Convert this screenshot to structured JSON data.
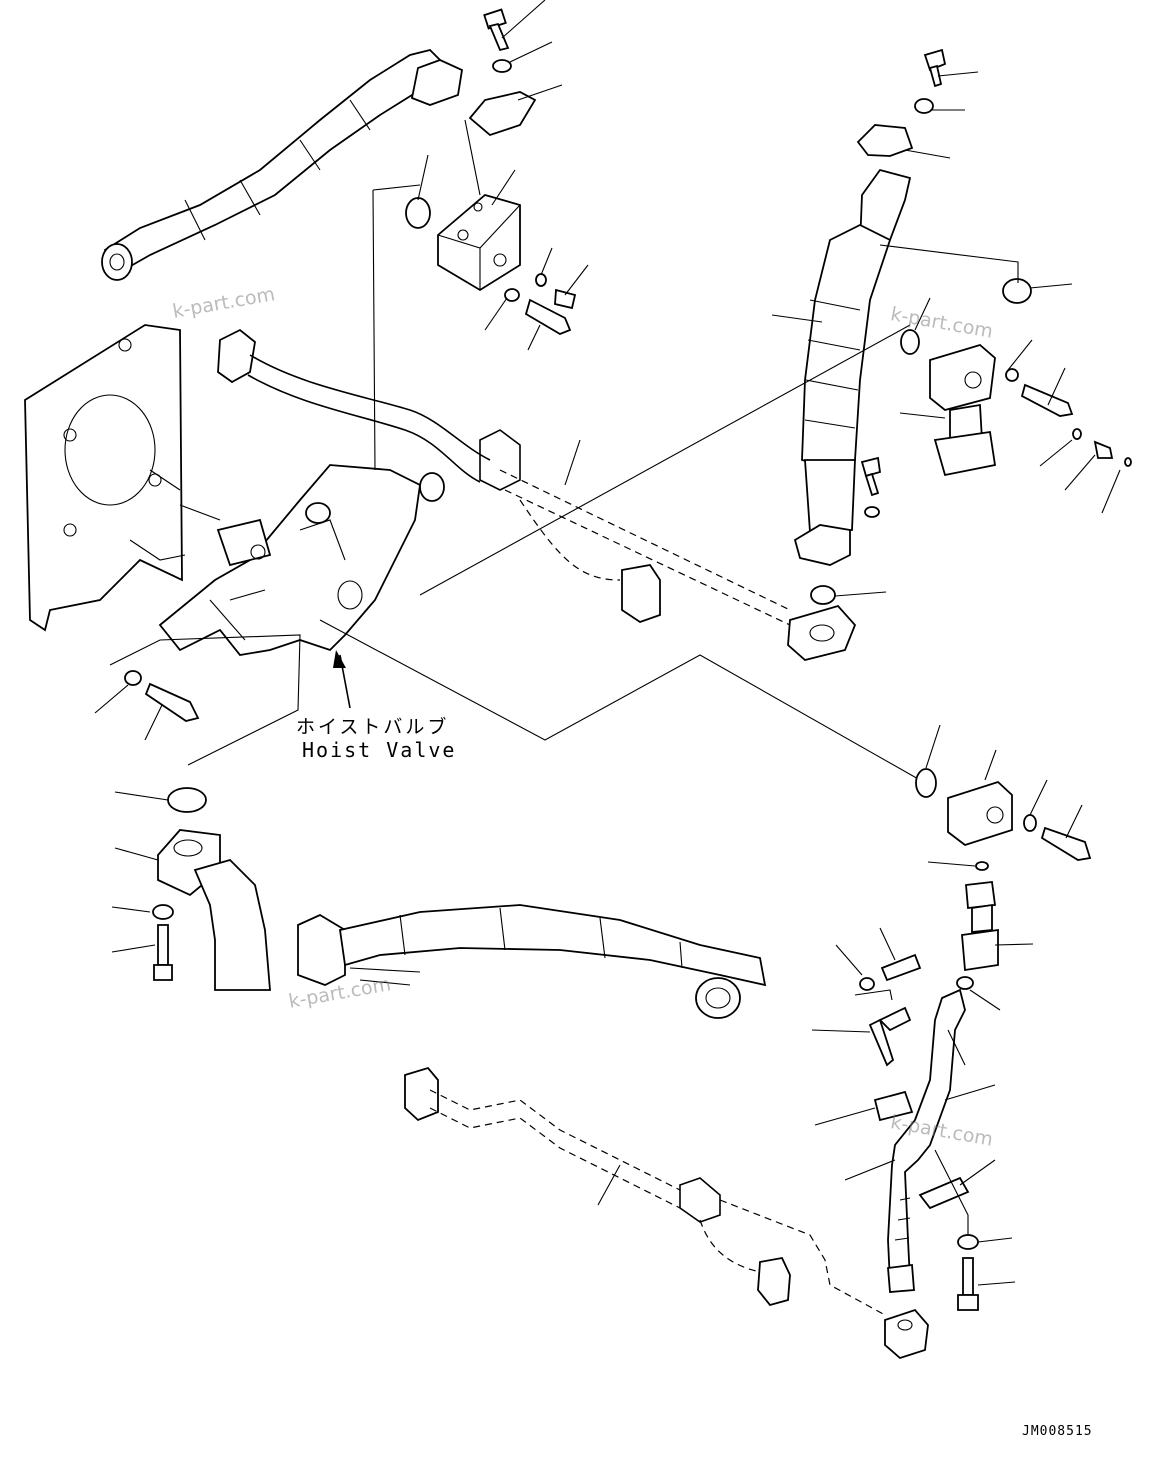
{
  "diagram": {
    "callout_label_jp": "ホイストバルブ",
    "callout_label_en": "Hoist Valve",
    "watermark": "k-part.com",
    "drawing_code": "JM008515"
  }
}
